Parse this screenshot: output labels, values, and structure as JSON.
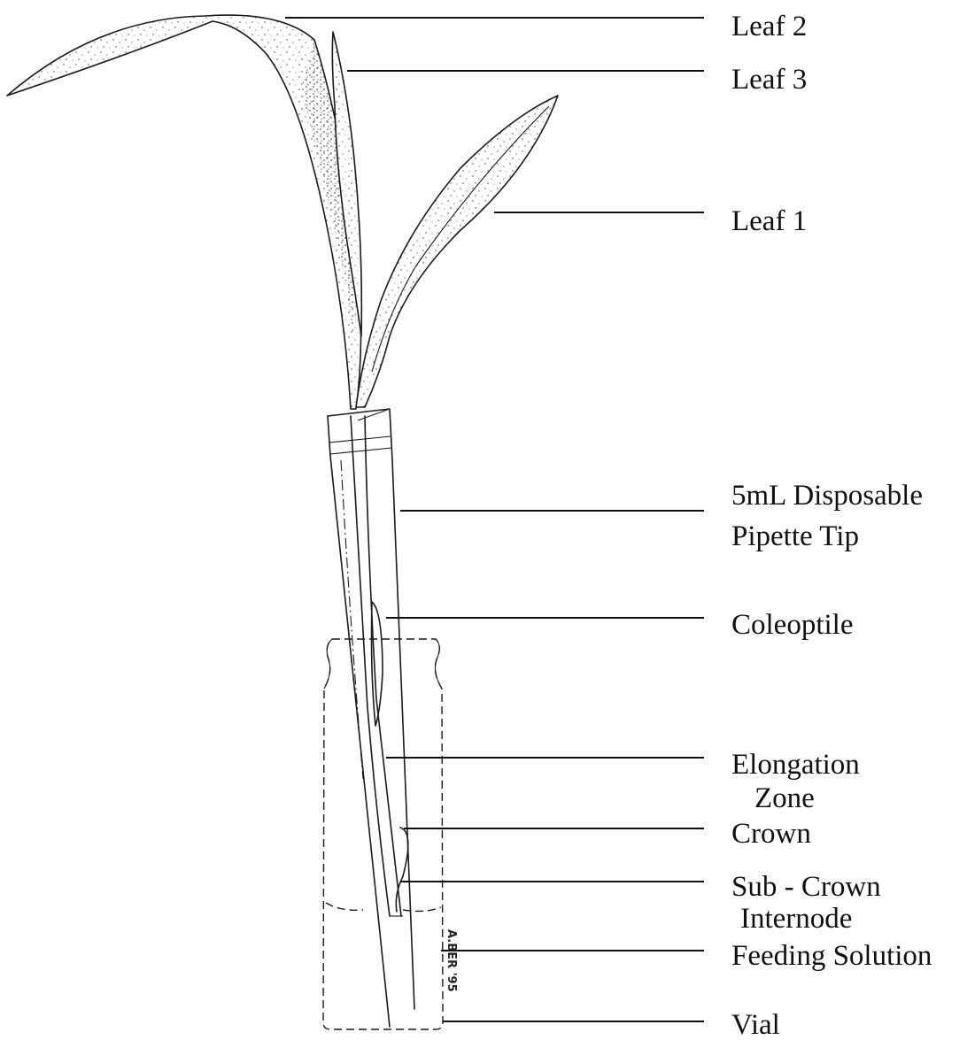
{
  "labels": {
    "leaf_2": "Leaf  2",
    "leaf_3": "Leaf  3",
    "leaf_1": "Leaf  1",
    "pipette_tip_line1": "5mL Disposable",
    "pipette_tip_line2": "Pipette Tip",
    "coleoptile": "Coleoptile",
    "elongation_zone_line1": "Elongation",
    "elongation_zone_line2": "Zone",
    "crown": "Crown",
    "sub_crown_line1": "Sub - Crown",
    "sub_crown_line2": "Internode",
    "feeding_solution": "Feeding Solution",
    "vial": "Vial"
  },
  "signature": "A.BER '95"
}
